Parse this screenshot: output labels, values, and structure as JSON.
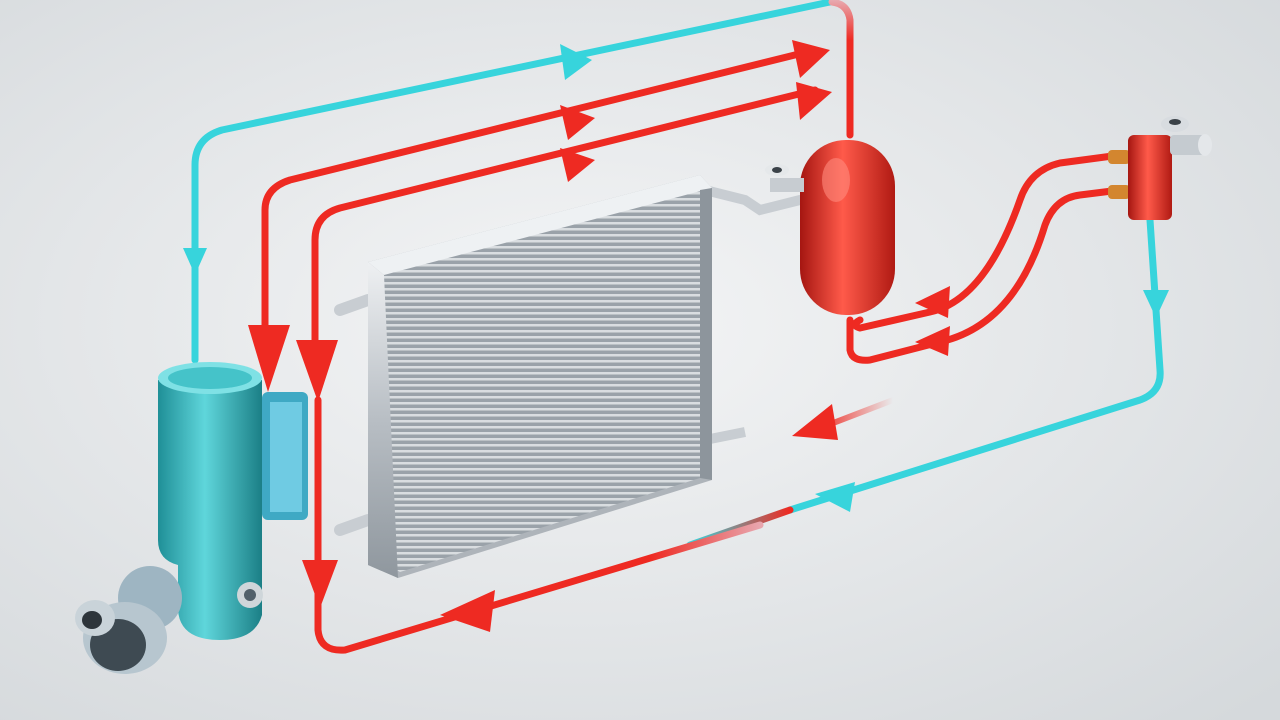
{
  "diagram": {
    "subject": "",
    "components": [
      {
        "id": "compressor",
        "icon": "compressor-icon"
      },
      {
        "id": "condenser",
        "icon": "condenser-icon"
      },
      {
        "id": "receiver-drier",
        "icon": "receiver-drier-icon"
      },
      {
        "id": "expansion-valve",
        "icon": "expansion-valve-icon"
      }
    ],
    "flows": [
      {
        "id": "low-pressure-vapor",
        "color": "#37d4dc"
      },
      {
        "id": "high-pressure-gas",
        "color": "#ee2a22"
      },
      {
        "id": "high-pressure-liquid",
        "color": "#ee2a22"
      },
      {
        "id": "airflow",
        "color": "#ee2a22"
      }
    ],
    "colors": {
      "background": "#e7eaec",
      "cold_line": "#37d4dc",
      "hot_line": "#ee2a22",
      "compressor_body": "#2fb6bb",
      "receiver_body": "#e52a20",
      "condenser_frame": "#c9cdd1"
    }
  }
}
